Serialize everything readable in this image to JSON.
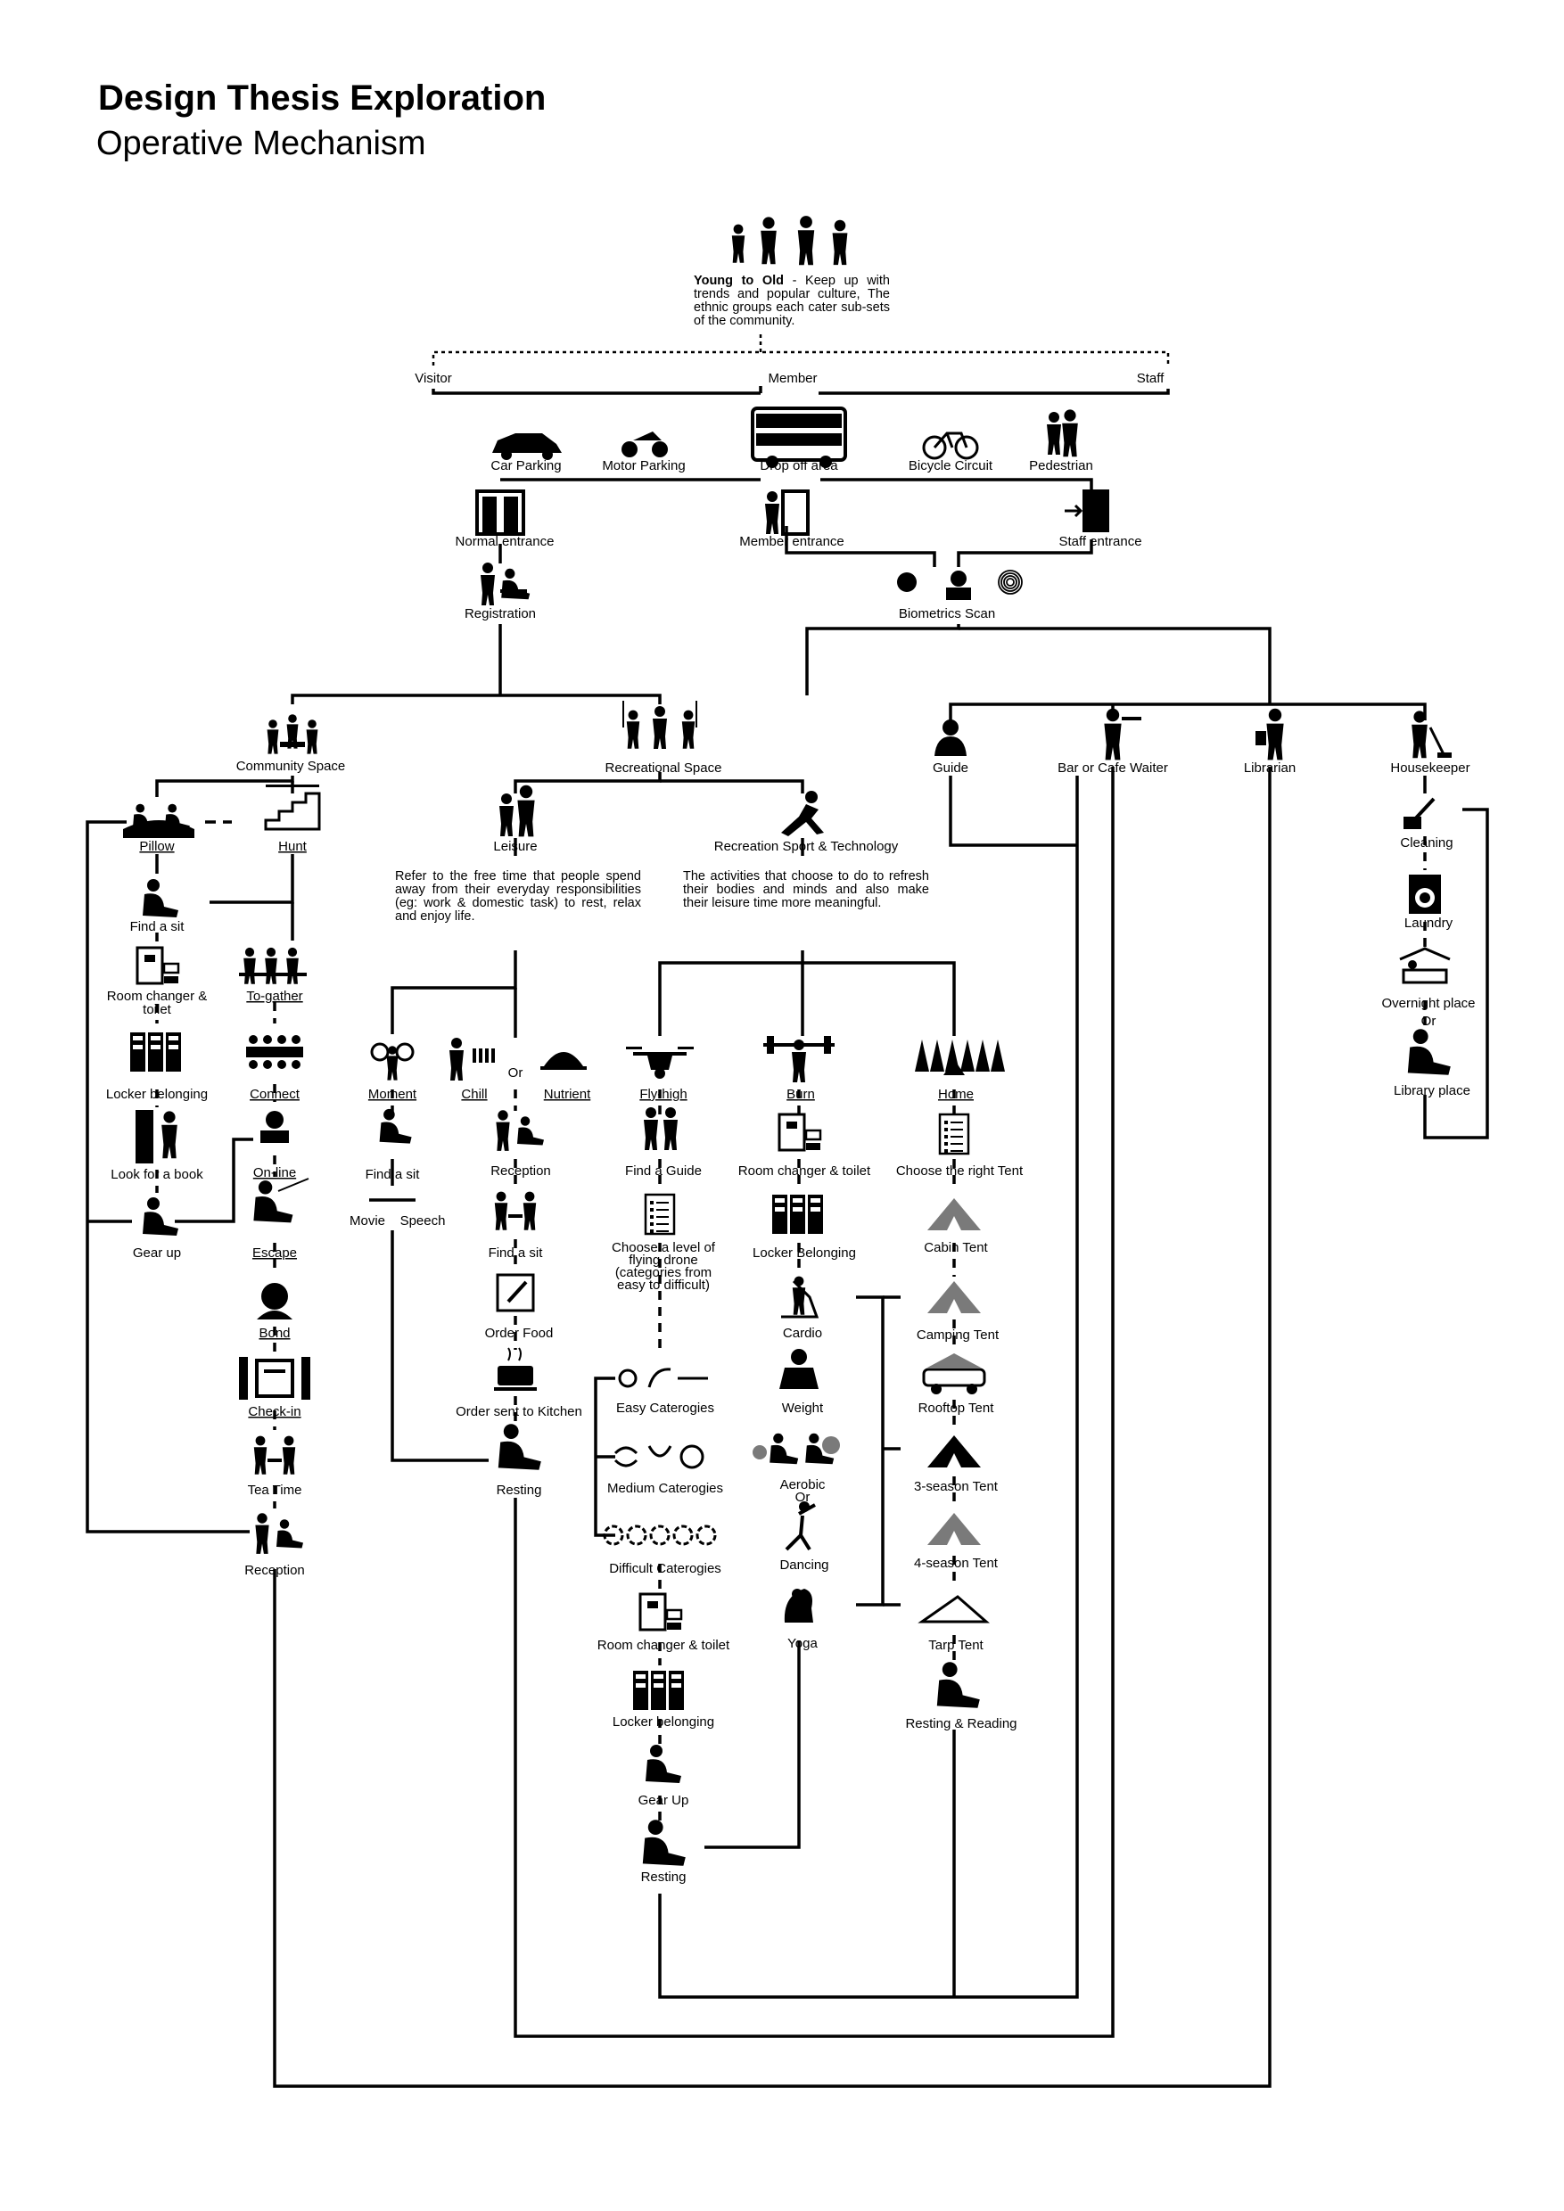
{
  "header": {
    "title": "Design Thesis Exploration",
    "subtitle": "Operative Mechanism"
  },
  "intro": {
    "lead": "Young to Old",
    "text": " - Keep up with trends and popular culture, The ethnic groups each cater sub-sets of the community."
  },
  "user_types": {
    "visitor": "Visitor",
    "member": "Member",
    "staff": "Staff"
  },
  "arrival": {
    "car_parking": "Car Parking",
    "motor_parking": "Motor Parking",
    "drop_off": "Drop off area",
    "bicycle": "Bicycle Circuit",
    "pedestrian": "Pedestrian"
  },
  "entrances": {
    "normal": "Normal entrance",
    "member": "Member entrance",
    "staff": "Staff entrance",
    "registration": "Registration",
    "biometrics": "Biometrics Scan"
  },
  "zones": {
    "community": "Community Space",
    "recreational": "Recreational Space",
    "guide": "Guide",
    "waiter": "Bar or Cafe Waiter",
    "librarian": "Librarian",
    "housekeeper": "Housekeeper"
  },
  "community": {
    "pillow": "Pillow",
    "hunt": "Hunt",
    "find_sit": "Find a sit",
    "room_changer": "Room changer & toilet",
    "locker": "Locker belonging",
    "look_book": "Look for a book",
    "gear_up": "Gear up",
    "to_gather": "To-gather",
    "connect": "Connect",
    "on_line": "On-line",
    "escape": "Escape",
    "bond": "Bond",
    "check_in": "Check-in",
    "tea_time": "Tea Time",
    "reception": "Reception"
  },
  "leisure": {
    "label": "Leisure",
    "desc": "Refer to the free time that people spend away from their everyday responsibilities (eg: work & domestic task) to rest, relax and enjoy life.",
    "moment": "Moment",
    "find_sit": "Find a sit",
    "movie": "Movie",
    "speech": "Speech",
    "chill": "Chill",
    "or": "Or",
    "nutrient": "Nutrient",
    "reception": "Reception",
    "find_sit2": "Find a sit",
    "order_food": "Order Food",
    "order_sent": "Order sent to Kitchen",
    "resting": "Resting"
  },
  "sport": {
    "label": "Recreation Sport & Technology",
    "desc": "The activities that choose to do to refresh their bodies and minds and also make their leisure time more meaningful.",
    "fly_high": "Fly-high",
    "find_guide": "Find a Guide",
    "choose_level": "Choose a level of flying drone (categories from easy to difficult)",
    "easy": "Easy Caterogies",
    "medium": "Medium Caterogies",
    "difficult": "Difficult Caterogies",
    "room_changer": "Room changer & toilet",
    "locker": "Locker belonging",
    "gear_up": "Gear Up",
    "resting": "Resting",
    "burn": "Burn",
    "room_changer2": "Room changer & toilet",
    "locker2": "Locker Belonging",
    "cardio": "Cardio",
    "weight": "Weight",
    "aerobic": "Aerobic",
    "or": "Or",
    "dancing": "Dancing",
    "yoga": "Yoga",
    "home": "Home",
    "choose_tent": "Choose the right Tent",
    "cabin": "Cabin Tent",
    "camping": "Camping Tent",
    "rooftop": "Rooftop Tent",
    "three_season": "3-season Tent",
    "four_season": "4-season Tent",
    "tarp": "Tarp Tent",
    "resting_reading": "Resting & Reading"
  },
  "housekeeping": {
    "cleaning": "Cleaning",
    "laundry": "Laundry",
    "overnight": "Overnight place",
    "or": "Or",
    "library": "Library place"
  },
  "colors": {
    "ink": "#000000",
    "paper": "#ffffff",
    "shade": "#7a7a7a"
  }
}
